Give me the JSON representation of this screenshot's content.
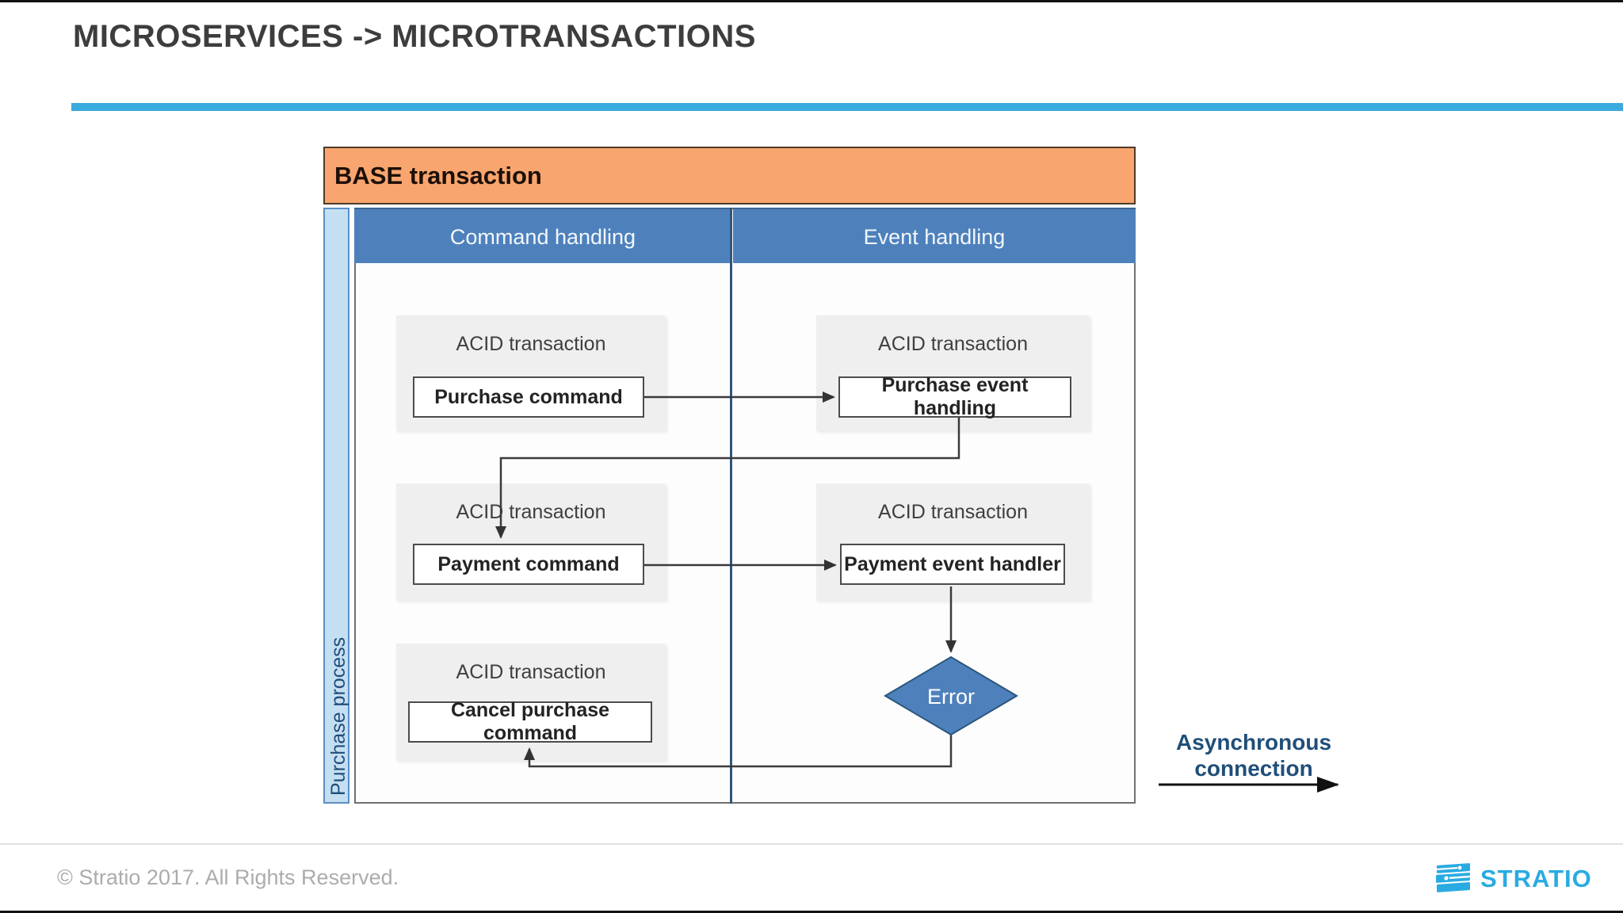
{
  "slide": {
    "title": "MICROSERVICES -> MICROTRANSACTIONS",
    "footer": "© Stratio 2017. All Rights Reserved.",
    "brand": "STRATIO"
  },
  "diagram": {
    "title": "BASE transaction",
    "sidebar_label": "Purchase process",
    "columns": [
      {
        "label": "Command handling"
      },
      {
        "label": "Event handling"
      }
    ],
    "acid_label": "ACID transaction",
    "nodes": {
      "purchase_command": "Purchase command",
      "purchase_event_handling": "Purchase event handling",
      "payment_command": "Payment command",
      "payment_event_handler": "Payment event handler",
      "cancel_purchase_command": "Cancel purchase command",
      "error": "Error"
    },
    "annotation": {
      "line1": "Asynchronous",
      "line2": "connection"
    }
  },
  "colors": {
    "accent_rule": "#39ABDC",
    "header_orange": "#F8A56F",
    "panel_blue": "#4E81BC",
    "sidebar_blue": "#C5DFF2",
    "annotation_navy": "#1F4E79",
    "brand_blue": "#29ABE2"
  }
}
